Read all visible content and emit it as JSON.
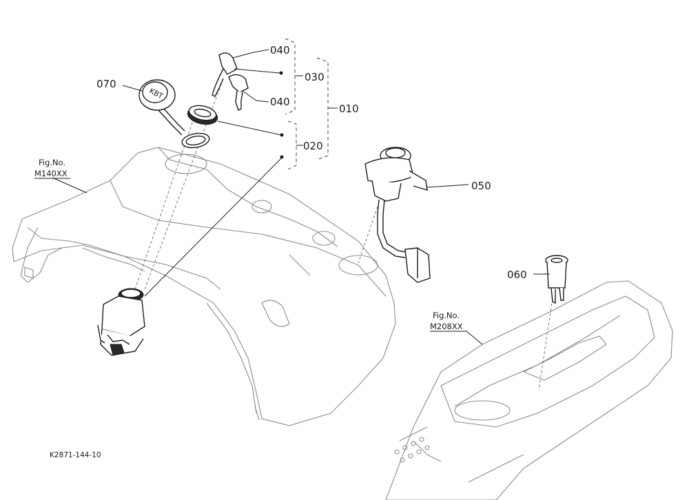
{
  "labels": {
    "p010": "010",
    "p020": "020",
    "p030": "030",
    "p040a": "040",
    "p040b": "040",
    "p050": "050",
    "p060": "060",
    "p070": "070"
  },
  "refs": {
    "fig1_title": "Fig.No.",
    "fig1_code": "M140XX",
    "fig2_title": "Fig.No.",
    "fig2_code": "M208XX"
  },
  "drawing_code": "K2871-144-10",
  "colors": {
    "line": "#1a1a1a",
    "ghost": "#8a8a8a",
    "background": "#ffffff"
  }
}
